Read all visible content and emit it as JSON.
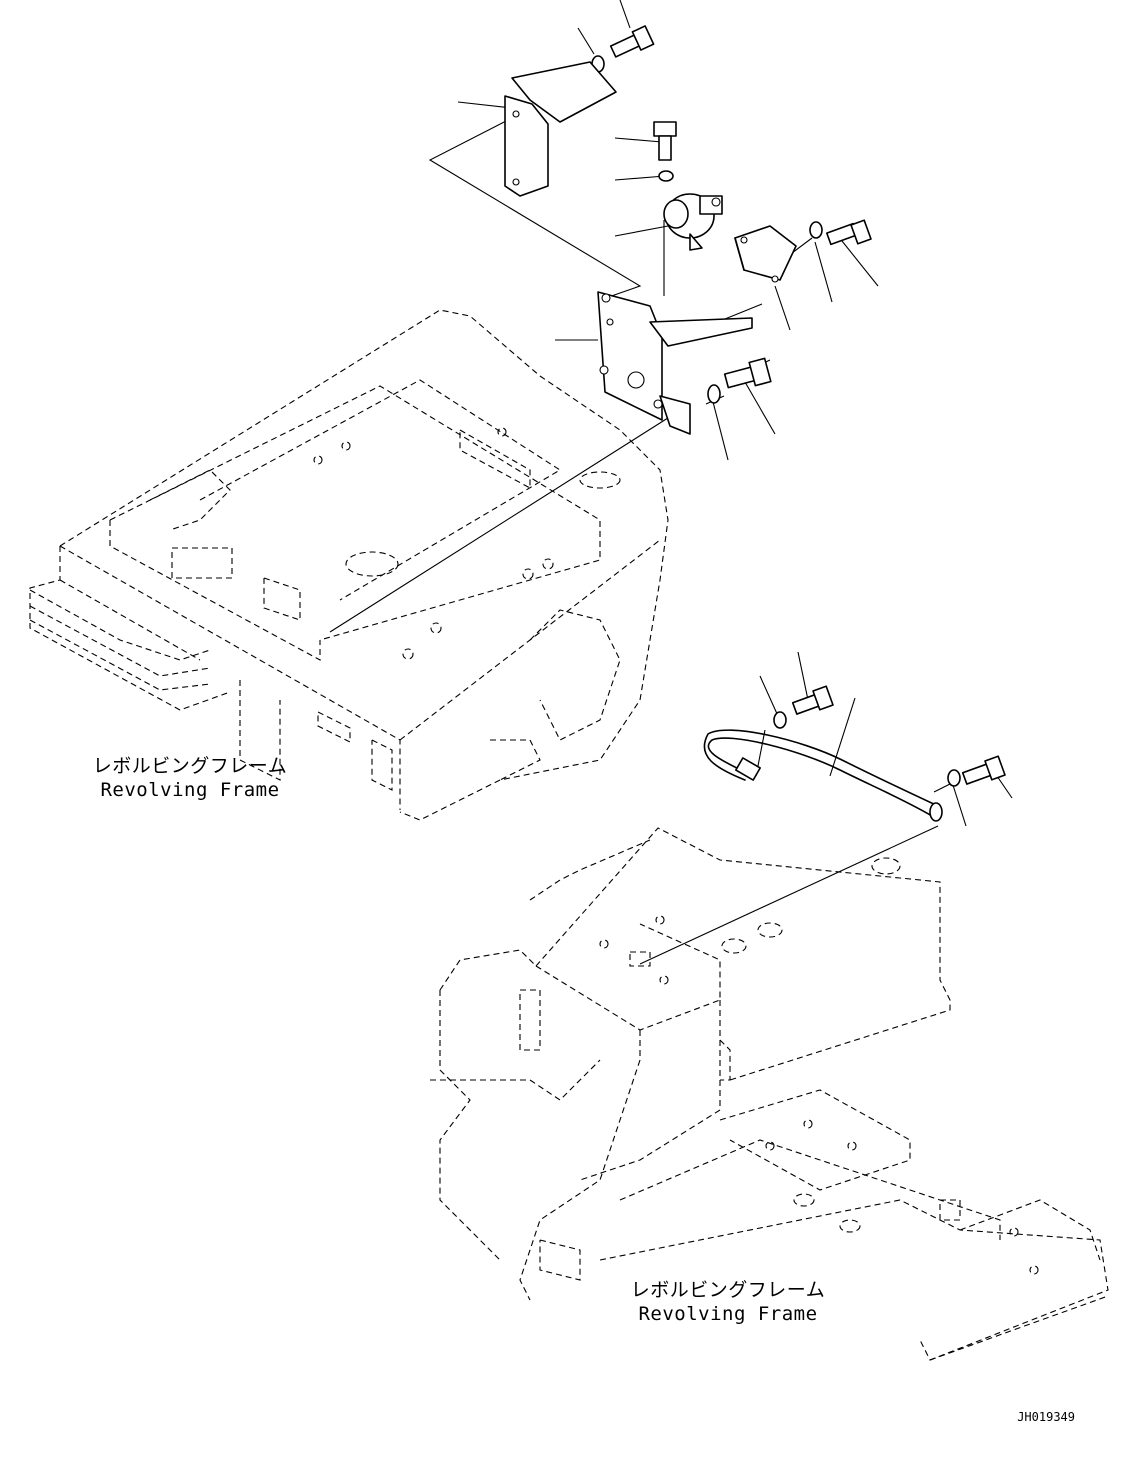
{
  "frame_labels": [
    {
      "jp": "レボルビングフレーム",
      "en": "Revolving Frame"
    },
    {
      "jp": "レボルビングフレーム",
      "en": "Revolving Frame"
    }
  ],
  "drawing_id": "JH019349"
}
